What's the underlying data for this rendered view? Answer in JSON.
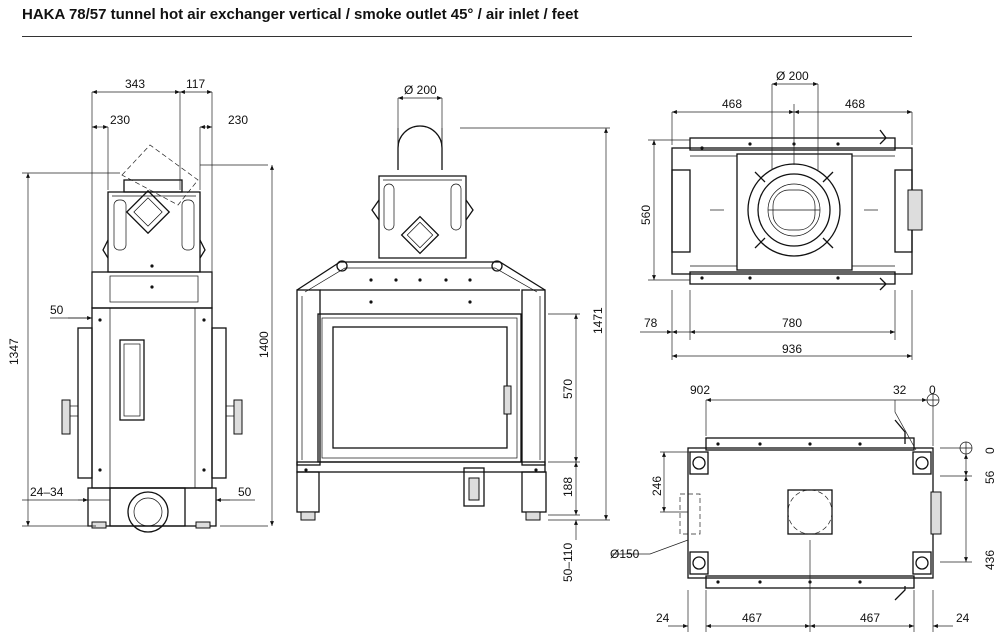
{
  "title": "HAKA 78/57 tunnel hot air exchanger vertical / smoke outlet 45° / air inlet / feet",
  "side_view": {
    "dim_343": "343",
    "dim_117": "117",
    "dim_230_left": "230",
    "dim_230_right": "230",
    "dim_1347": "1347",
    "dim_1400": "1400",
    "dim_50_top": "50",
    "dim_24_34": "24–34",
    "dim_50_bottom": "50"
  },
  "front_view": {
    "dim_d200": "Ø 200",
    "dim_1471": "1471",
    "dim_570": "570",
    "dim_188": "188",
    "dim_50_110": "50–110"
  },
  "top_view": {
    "dim_d200": "Ø 200",
    "dim_468_left": "468",
    "dim_468_right": "468",
    "dim_560": "560",
    "dim_78": "78",
    "dim_780": "780",
    "dim_936": "936"
  },
  "base_view": {
    "dim_902": "902",
    "dim_32": "32",
    "dim_0_top": "0",
    "dim_0_right": "0",
    "dim_246": "246",
    "dim_56": "56",
    "dim_436": "436",
    "dim_d150": "Ø150",
    "dim_24_left": "24",
    "dim_467_left": "467",
    "dim_467_right": "467",
    "dim_24_right": "24"
  }
}
